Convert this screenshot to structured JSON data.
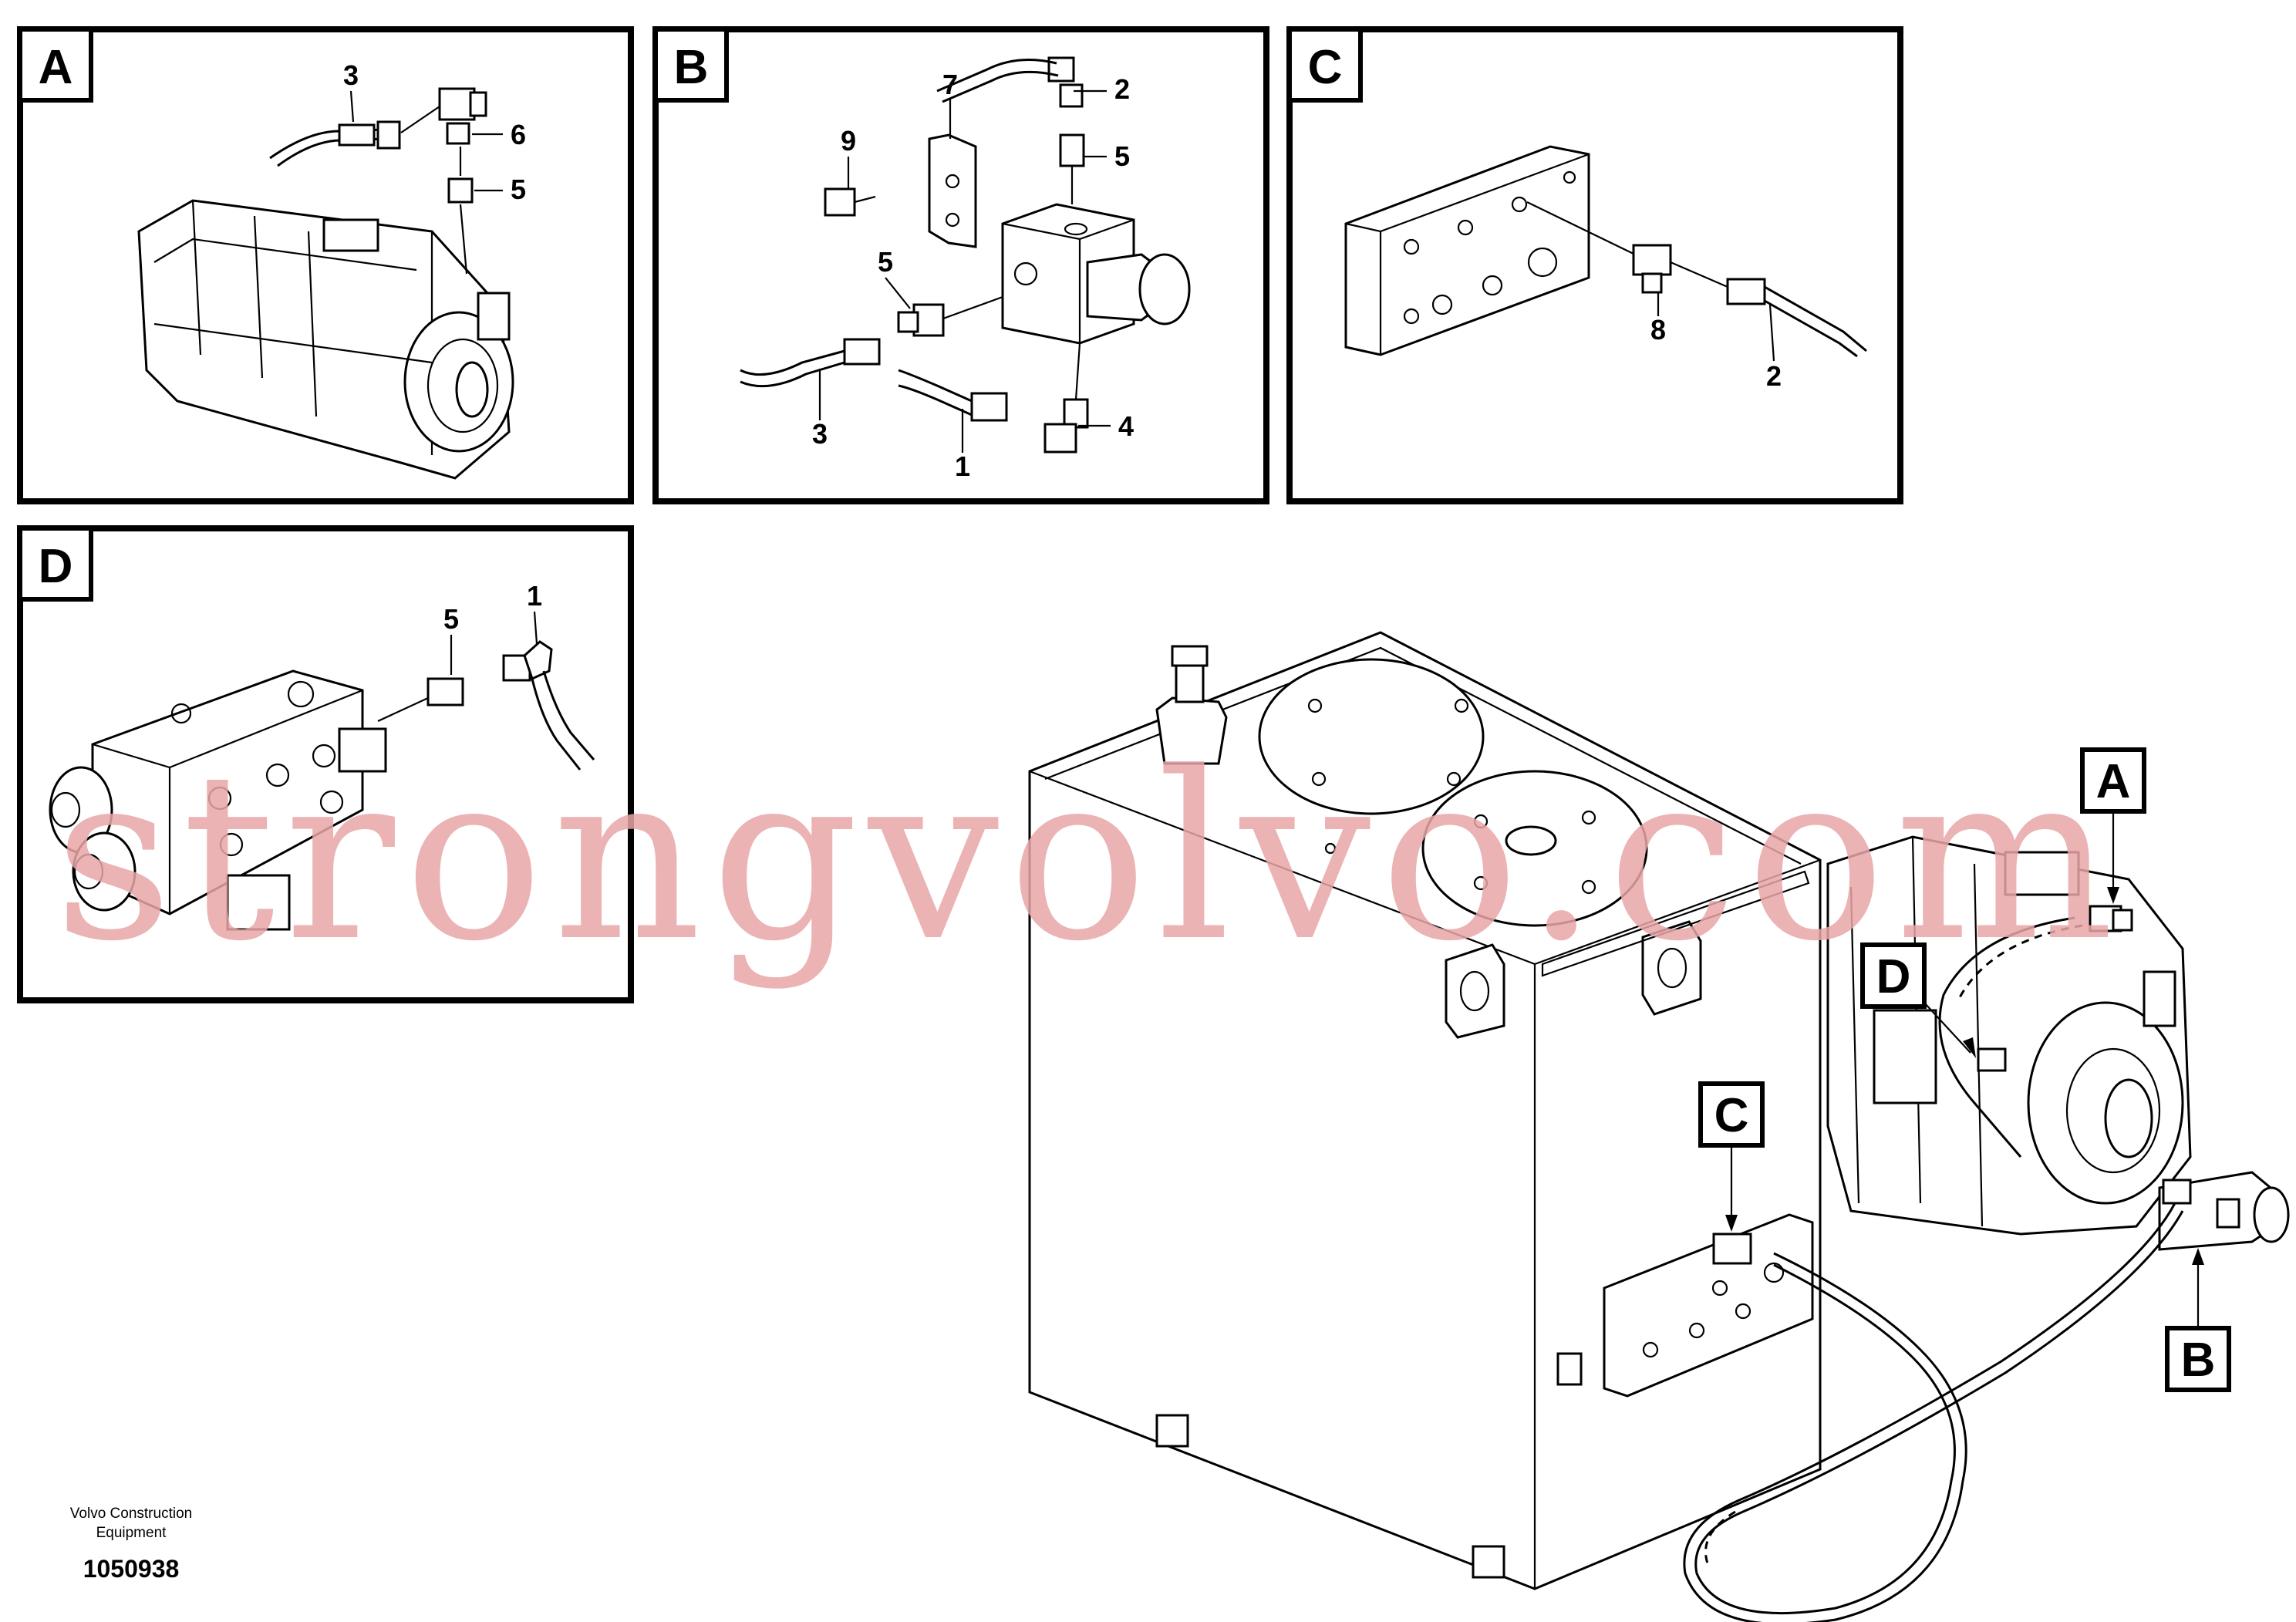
{
  "panels": {
    "A": {
      "tag": "A",
      "callouts": [
        "3",
        "6",
        "5"
      ]
    },
    "B": {
      "tag": "B",
      "callouts": [
        "7",
        "2",
        "9",
        "5",
        "5",
        "3",
        "1",
        "4"
      ]
    },
    "C": {
      "tag": "C",
      "callouts": [
        "8",
        "2"
      ]
    },
    "D": {
      "tag": "D",
      "callouts": [
        "5",
        "1"
      ]
    }
  },
  "main_view": {
    "markers": [
      "A",
      "D",
      "C",
      "B"
    ]
  },
  "footer": {
    "company_line1": "Volvo Construction",
    "company_line2": "Equipment",
    "drawing_number": "1050938"
  },
  "watermark": "strongvolvo.com"
}
